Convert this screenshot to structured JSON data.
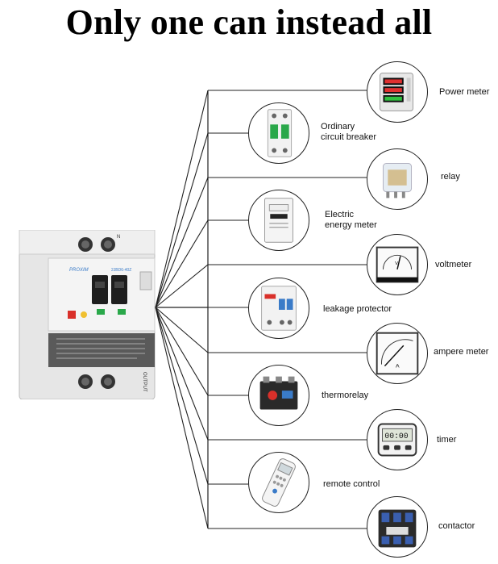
{
  "title": "Only one can instead all",
  "device": {
    "brand": "PROXIM",
    "model": "2JBD6-40Z",
    "output_label": "OUTPUT",
    "top_label": "N"
  },
  "items": [
    {
      "id": "power-meter",
      "label_lines": [
        "Power meter"
      ],
      "icon": "power-meter-icon"
    },
    {
      "id": "ordinary-breaker",
      "label_lines": [
        "Ordinary",
        "circuit breaker"
      ],
      "icon": "circuit-breaker-icon"
    },
    {
      "id": "relay",
      "label_lines": [
        "relay"
      ],
      "icon": "relay-icon"
    },
    {
      "id": "energy-meter",
      "label_lines": [
        "Electric",
        "energy meter"
      ],
      "icon": "energy-meter-icon"
    },
    {
      "id": "voltmeter",
      "label_lines": [
        "voltmeter"
      ],
      "icon": "voltmeter-icon"
    },
    {
      "id": "leakage-protector",
      "label_lines": [
        "leakage protector"
      ],
      "icon": "leakage-protector-icon"
    },
    {
      "id": "ampere-meter",
      "label_lines": [
        "ampere meter"
      ],
      "icon": "ampere-meter-icon"
    },
    {
      "id": "thermorelay",
      "label_lines": [
        "thermorelay"
      ],
      "icon": "thermorelay-icon"
    },
    {
      "id": "timer",
      "label_lines": [
        "timer"
      ],
      "icon": "timer-icon"
    },
    {
      "id": "remote-control",
      "label_lines": [
        "remote control"
      ],
      "icon": "remote-control-icon"
    },
    {
      "id": "contactor",
      "label_lines": [
        "contactor"
      ],
      "icon": "contactor-icon"
    }
  ],
  "colors": {
    "line": "#222222",
    "breaker_body": "#e9e9e9",
    "handle": "#1e1e1e",
    "accent_blue": "#3a7bc8",
    "accent_red": "#d9302a",
    "accent_green": "#2aa84a"
  }
}
